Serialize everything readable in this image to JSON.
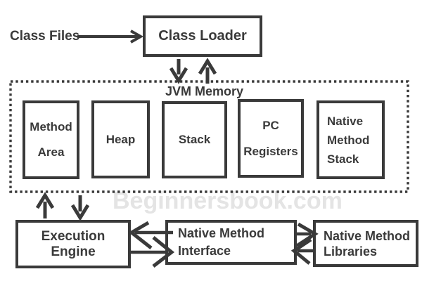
{
  "diagram": {
    "watermark": "Beginnersbook.com",
    "class_files_label": "Class Files",
    "class_loader_label": "Class Loader",
    "jvm_memory_label": "JVM Memory",
    "memory_boxes": [
      {
        "name": "method-area",
        "lines": [
          "Method",
          "Area"
        ]
      },
      {
        "name": "heap",
        "lines": [
          "Heap"
        ]
      },
      {
        "name": "stack",
        "lines": [
          "Stack"
        ]
      },
      {
        "name": "pc-registers",
        "lines": [
          "PC",
          "Registers"
        ]
      },
      {
        "name": "native-method-stack",
        "lines": [
          "Native",
          "Method",
          "Stack"
        ]
      }
    ],
    "execution_engine_label": "Execution Engine",
    "native_method_interface_lines": [
      "Native Method",
      "Interface"
    ],
    "native_method_libraries_lines": [
      "Native Method",
      "Libraries"
    ],
    "connections": [
      "class-files -> class-loader",
      "class-loader <-> jvm-memory",
      "jvm-memory <-> execution-engine",
      "execution-engine <-> native-method-interface",
      "native-method-interface <-> native-method-libraries"
    ],
    "colors": {
      "line": "#3a3a3a",
      "text": "#3a3a3a",
      "watermark": "#e4e4e4",
      "background": "#ffffff"
    }
  }
}
